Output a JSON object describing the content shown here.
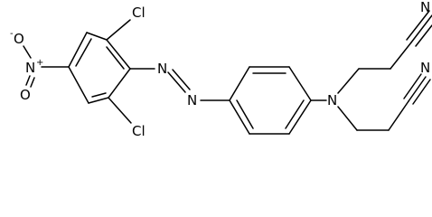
{
  "molecule": {
    "atoms": {
      "cl_top": "Cl",
      "cl_bottom": "Cl",
      "nitro_o_minus": "O",
      "nitro_o_charge": "-",
      "nitro_n": "N",
      "nitro_n_charge": "+",
      "nitro_o_double": "O",
      "azo_n1": "N",
      "azo_n2": "N",
      "amine_n": "N",
      "nitrile_top_n": "N",
      "nitrile_bottom_n": "N"
    }
  }
}
